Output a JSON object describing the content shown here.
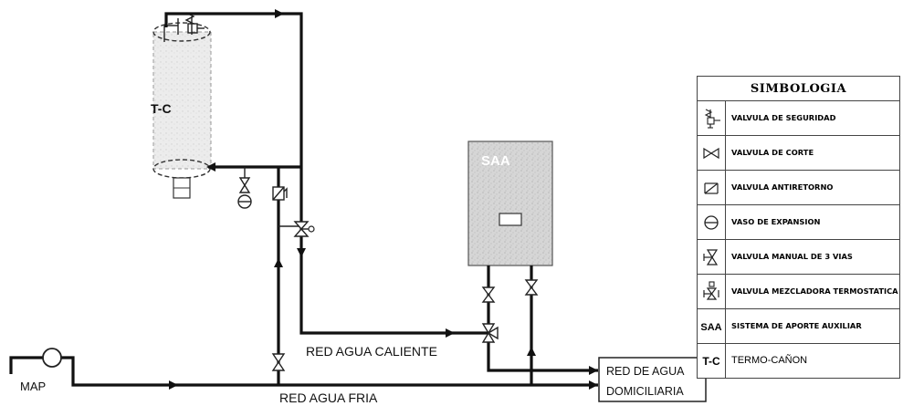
{
  "diagram": {
    "label_tc": "T-C",
    "label_saa": "SAA",
    "label_map": "MAP",
    "label_red_caliente": "RED AGUA CALIENTE",
    "label_red_fria": "RED AGUA FRIA",
    "box_red_line1": "RED DE AGUA",
    "box_red_line2": "DOMICILIARIA"
  },
  "legend": {
    "title": "SIMBOLOGIA",
    "items": [
      {
        "icon": "safety-valve-icon",
        "text": "VALVULA DE SEGURIDAD"
      },
      {
        "icon": "shutoff-valve-icon",
        "text": "VALVULA DE CORTE"
      },
      {
        "icon": "check-valve-icon",
        "text": "VALVULA ANTIRETORNO"
      },
      {
        "icon": "expansion-vessel-icon",
        "text": "VASO DE EXPANSION"
      },
      {
        "icon": "three-way-valve-icon",
        "text": "VALVULA MANUAL DE 3 VIAS"
      },
      {
        "icon": "thermostatic-mixer-icon",
        "text": "VALVULA MEZCLADORA TERMOSTATICA"
      },
      {
        "abbr": "SAA",
        "text": "SISTEMA DE APORTE AUXILIAR"
      },
      {
        "abbr": "T-C",
        "text": "TERMO-CAÑON"
      }
    ]
  }
}
